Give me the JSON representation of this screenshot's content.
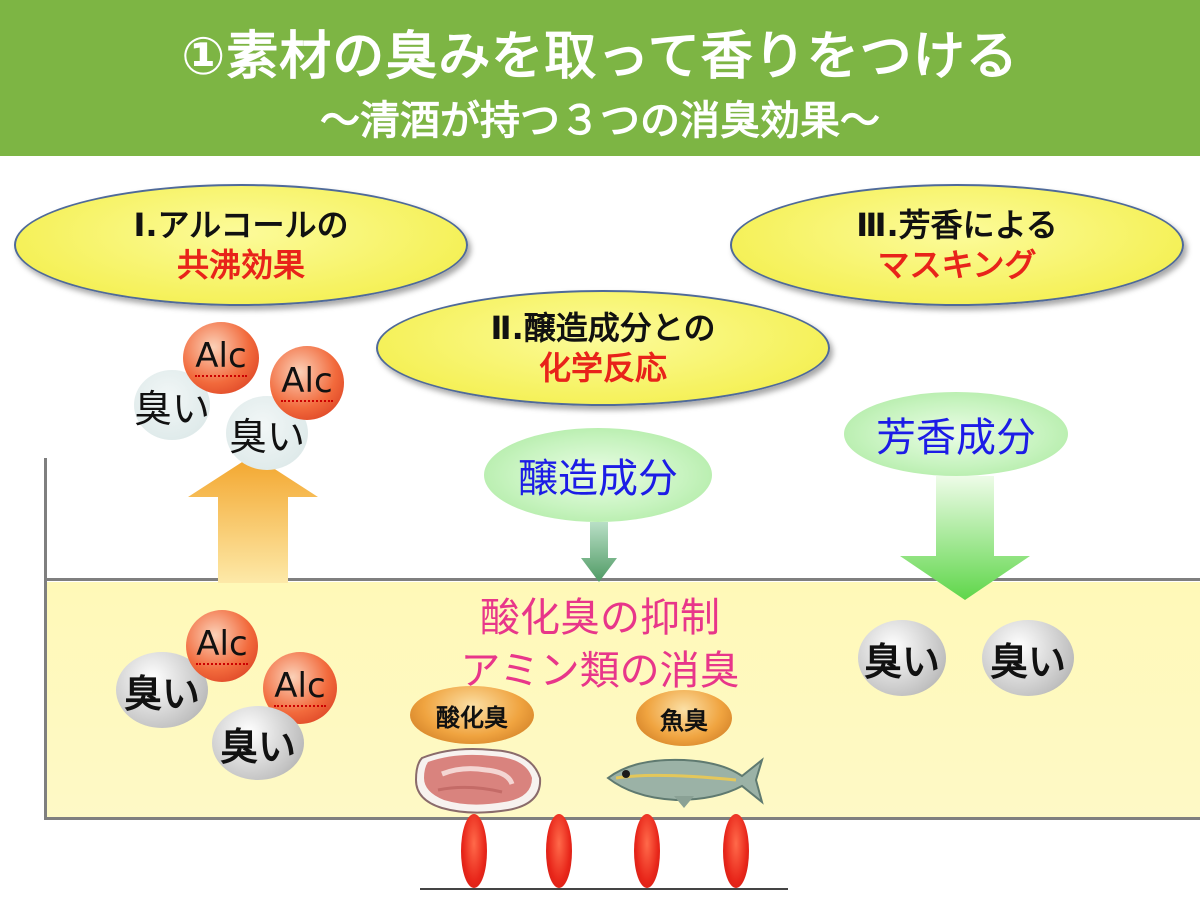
{
  "header": {
    "title": "①素材の臭みを取って香りをつける",
    "subtitle": "～清酒が持つ３つの消臭効果～"
  },
  "effects": [
    {
      "line1": "Ⅰ.アルコールの",
      "line2": "共沸効果"
    },
    {
      "line1": "Ⅱ.醸造成分との",
      "line2": "化学反応"
    },
    {
      "line1": "Ⅲ.芳香による",
      "line2": "マスキング"
    }
  ],
  "labels": {
    "odor": "臭い",
    "alc": "Alc",
    "brewing_component": "醸造成分",
    "aroma_component": "芳香成分",
    "effect_line1": "酸化臭の抑制",
    "effect_line2": "アミン類の消臭",
    "oxidized_odor": "酸化臭",
    "fish_odor": "魚臭"
  },
  "colors": {
    "header": "#7db544",
    "oval_fill": "#f5f15a",
    "accent_red": "#e8231a",
    "liquid": "#fff9b8",
    "blue_text": "#1c1ce6",
    "pink_text": "#e8368a"
  },
  "icons": [
    "meat-icon",
    "fish-icon",
    "flame-icon",
    "arrow-up-icon",
    "arrow-down-icon"
  ]
}
